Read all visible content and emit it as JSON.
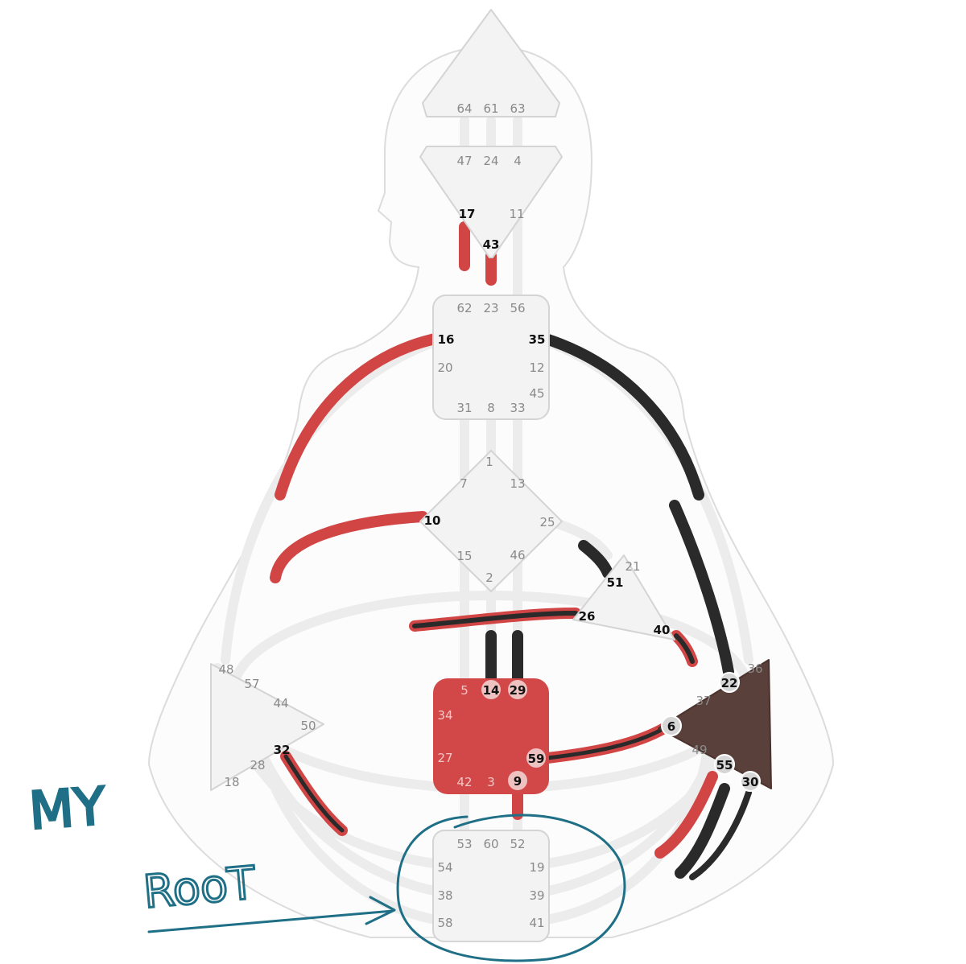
{
  "colors": {
    "red": "#d14545",
    "black": "#2a2a2a",
    "channel_inactive": "#ececec",
    "center_inactive": "#f3f3f3",
    "sacral_defined": "#d24848",
    "solar_plexus_defined": "#5a403a",
    "ink": "#1f6f87"
  },
  "centers": [
    {
      "id": "head",
      "defined": false,
      "gates": [
        "64",
        "61",
        "63"
      ]
    },
    {
      "id": "ajna",
      "defined": false,
      "gates": [
        "47",
        "24",
        "4",
        "17",
        "11",
        "43"
      ]
    },
    {
      "id": "throat",
      "defined": false,
      "gates": [
        "62",
        "23",
        "56",
        "16",
        "35",
        "20",
        "12",
        "45",
        "31",
        "8",
        "33"
      ]
    },
    {
      "id": "g",
      "defined": false,
      "gates": [
        "1",
        "7",
        "13",
        "10",
        "25",
        "15",
        "46",
        "2"
      ]
    },
    {
      "id": "heart",
      "defined": false,
      "gates": [
        "21",
        "51",
        "26",
        "40"
      ]
    },
    {
      "id": "spleen",
      "defined": false,
      "gates": [
        "48",
        "57",
        "44",
        "50",
        "32",
        "28",
        "18"
      ]
    },
    {
      "id": "sacral",
      "defined": true,
      "gates": [
        "5",
        "14",
        "29",
        "34",
        "27",
        "59",
        "42",
        "3",
        "9"
      ]
    },
    {
      "id": "solar_plexus",
      "defined": true,
      "gates": [
        "36",
        "22",
        "37",
        "6",
        "49",
        "55",
        "30"
      ]
    },
    {
      "id": "root",
      "defined": false,
      "gates": [
        "53",
        "60",
        "52",
        "54",
        "19",
        "38",
        "39",
        "58",
        "41"
      ]
    }
  ],
  "active_gates": [
    "17",
    "43",
    "16",
    "35",
    "10",
    "51",
    "26",
    "40",
    "32",
    "14",
    "29",
    "59",
    "9",
    "22",
    "6",
    "55",
    "30"
  ],
  "annotation": {
    "word1": "MY",
    "word2": "RooT"
  }
}
